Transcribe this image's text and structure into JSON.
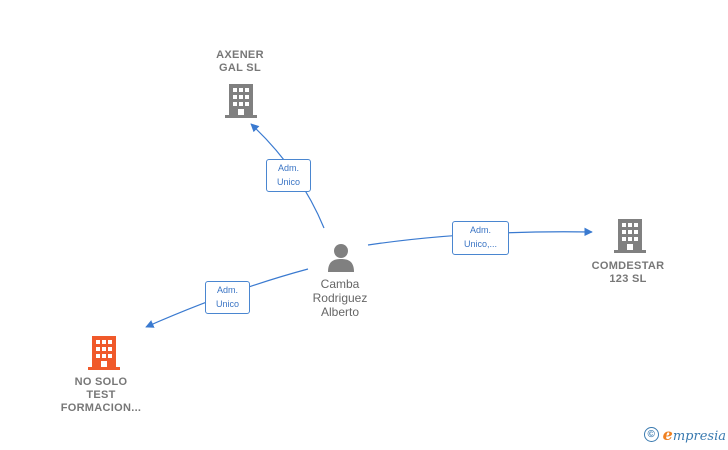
{
  "person": {
    "name": "Camba\nRodriguez\nAlberto",
    "icon": "person-icon"
  },
  "companies": [
    {
      "id": "axener",
      "name": "AXENER\nGAL SL",
      "color": "#808080",
      "icon": "building-icon"
    },
    {
      "id": "comdestar",
      "name": "COMDESTAR\n123  SL",
      "color": "#808080",
      "icon": "building-icon"
    },
    {
      "id": "nosolo",
      "name": "NO SOLO\nTEST\nFORMACION...",
      "color": "#f0592a",
      "icon": "building-icon"
    }
  ],
  "relations": [
    {
      "to": "axener",
      "label": "Adm.\nUnico"
    },
    {
      "to": "comdestar",
      "label": "Adm.\nUnico,..."
    },
    {
      "to": "nosolo",
      "label": "Adm.\nUnico"
    }
  ],
  "colors": {
    "edge": "#3a7ad0",
    "building_default": "#808080",
    "building_highlight": "#f0592a"
  },
  "footer": {
    "copyright_symbol": "©",
    "brand_initial": "e",
    "brand_rest": "mpresia"
  }
}
